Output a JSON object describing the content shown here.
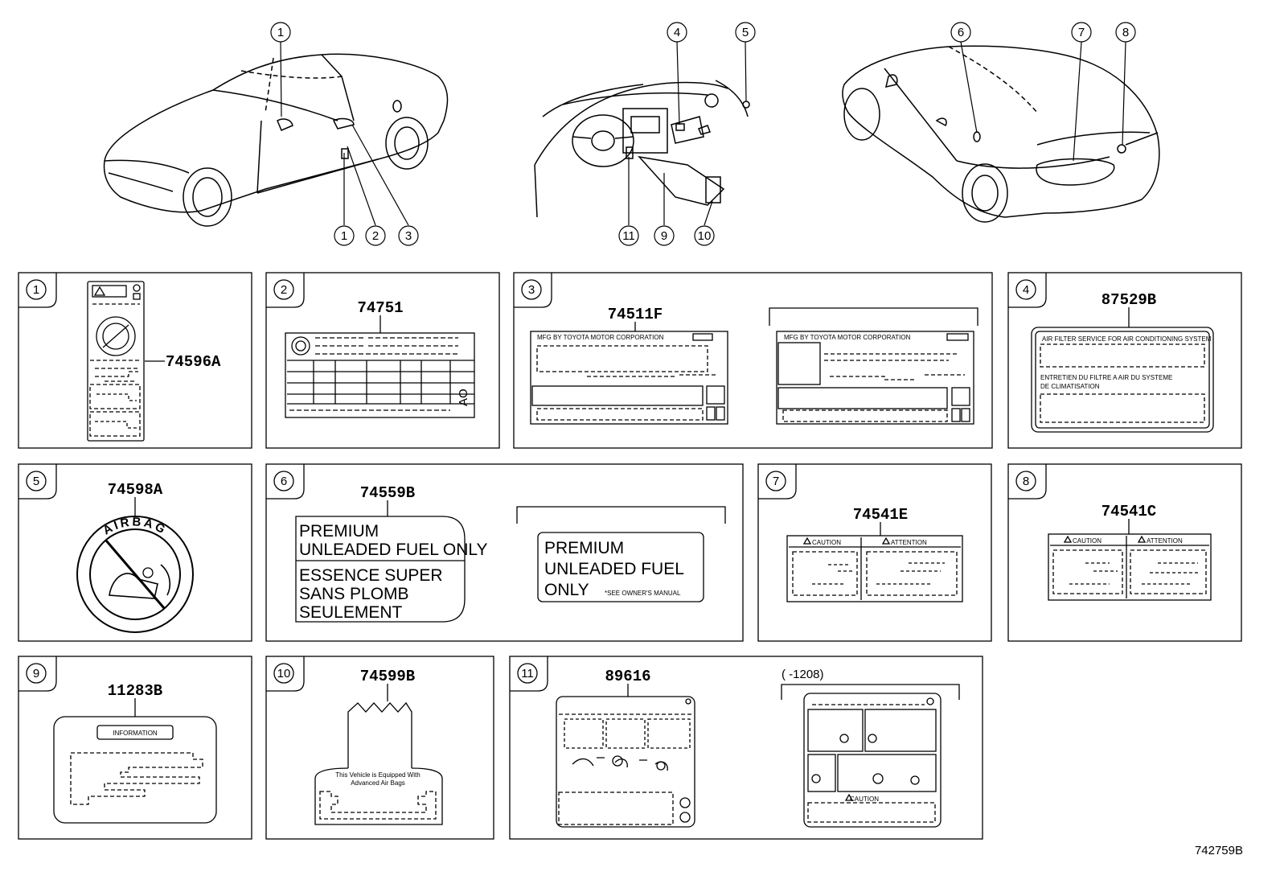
{
  "callouts": {
    "top": [
      "1",
      "4",
      "5",
      "6",
      "7",
      "8"
    ],
    "bottom": [
      "1",
      "2",
      "3",
      "11",
      "9",
      "10"
    ]
  },
  "panels": [
    {
      "index": "1",
      "part": "74596A"
    },
    {
      "index": "2",
      "part": "74751",
      "side_text": "AO"
    },
    {
      "index": "3",
      "part": "74511F",
      "maker_text": "MFG BY TOYOTA MOTOR CORPORATION"
    },
    {
      "index": "4",
      "part": "87529B",
      "line1": "AIR FILTER SERVICE FOR AIR CONDITIONING SYSTEM",
      "line2": "ENTRETIEN DU FILTRE A AIR DU SYSTEME",
      "line3": "DE CLIMATISATION"
    },
    {
      "index": "5",
      "part": "74598A",
      "ring_text": "AIRBAG"
    },
    {
      "index": "6",
      "part": "74559B",
      "left_lines": [
        "PREMIUM",
        "UNLEADED FUEL ONLY",
        "ESSENCE SUPER",
        "SANS PLOMB",
        "SEULEMENT"
      ],
      "right_lines": [
        "PREMIUM",
        "UNLEADED FUEL",
        "ONLY"
      ],
      "right_note": "*SEE OWNER'S MANUAL"
    },
    {
      "index": "7",
      "part": "74541E",
      "caution": "CAUTION",
      "attention": "ATTENTION"
    },
    {
      "index": "8",
      "part": "74541C",
      "caution": "CAUTION",
      "attention": "ATTENTION"
    },
    {
      "index": "9",
      "part": "11283B",
      "tag": "INFORMATION"
    },
    {
      "index": "10",
      "part": "74599B",
      "line1": "This Vehicle is Equipped With",
      "line2": "Advanced Air Bags"
    },
    {
      "index": "11",
      "part": "89616",
      "range_text": "(       -1208)",
      "caution": "CAUTION"
    }
  ],
  "diagram_code": "742759B"
}
